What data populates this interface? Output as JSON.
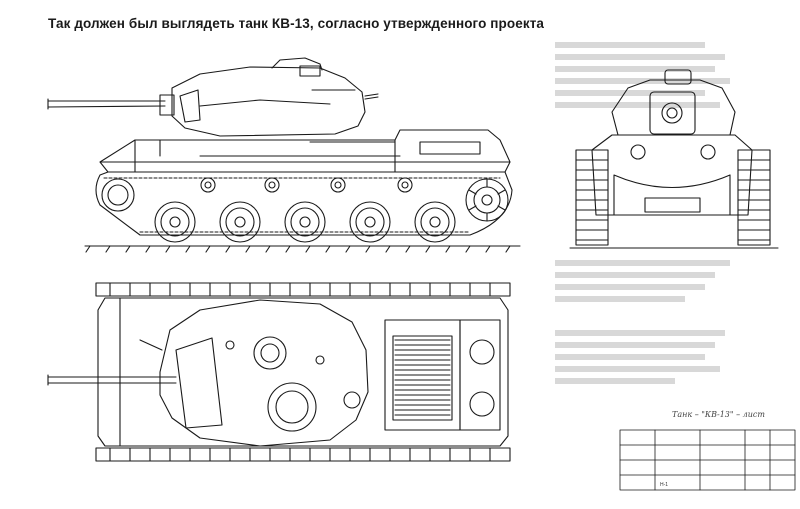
{
  "document": {
    "caption": "Так должен был выглядеть танк КВ-13, согласно утвержденного проекта"
  },
  "drawing": {
    "handwritten_note": "Танк – \"КВ-13\" – лист",
    "stamp_title": "Н-1"
  },
  "colors": {
    "ink": "#1a1a1a",
    "paper": "#ffffff",
    "bleed_text": "#d4d4d4"
  }
}
